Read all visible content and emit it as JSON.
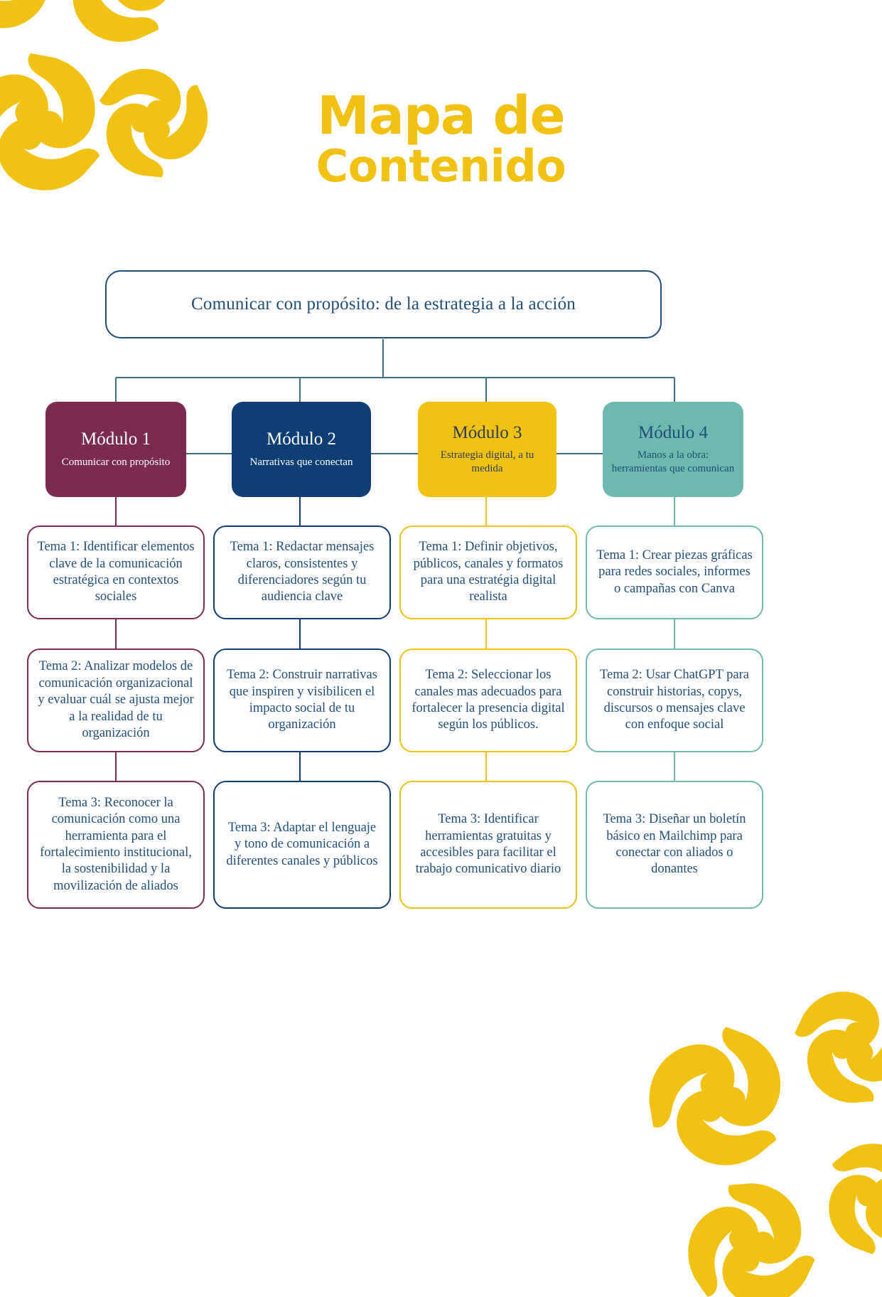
{
  "title": {
    "line1": "Mapa de",
    "line2": "Contenido",
    "color": "#F2C213"
  },
  "root": {
    "label": "Comunicar con propósito: de la estrategia a la acción",
    "border_color": "#1F4E79",
    "text_color": "#1F4E79"
  },
  "colors": {
    "module_1": "#7B2A52",
    "module_2": "#0E3E74",
    "module_3": "#F2C213",
    "module_4": "#6DB9AD",
    "text_navy": "#1F4E79",
    "connector": "#3C6E82",
    "page_background": "#FFFFFF",
    "decor_yellow": "#F2C213"
  },
  "modules": [
    {
      "title": "Módulo 1",
      "subtitle": "Comunicar con propósito",
      "fill": "#7B2A52",
      "title_color": "#FFFFFF",
      "subtitle_color": "#FFFFFF",
      "border_color": "#7B2A52",
      "topics": [
        "Tema 1: Identificar elementos clave de la comunicación estratégica en contextos sociales",
        "Tema 2: Analizar modelos de comunicación organizacional y evaluar cuál se ajusta mejor a la realidad de tu organización",
        "Tema 3: Reconocer la comunicación como una herramienta para el fortalecimiento institucional, la sostenibilidad y la movilización de aliados"
      ]
    },
    {
      "title": "Módulo 2",
      "subtitle": "Narrativas que conectan",
      "fill": "#0E3E74",
      "title_color": "#FFFFFF",
      "subtitle_color": "#FFFFFF",
      "border_color": "#0E3E74",
      "topics": [
        "Tema 1: Redactar mensajes claros, consistentes y diferenciadores según tu audiencia clave",
        "Tema 2: Construir narrativas que inspiren y visibilicen el impacto social de tu organización",
        "Tema 3: Adaptar el lenguaje y tono de comunicación a diferentes canales y públicos"
      ]
    },
    {
      "title": "Módulo 3",
      "subtitle": "Estrategia digital, a tu medida",
      "fill": "#F2C213",
      "title_color": "#2A3F55",
      "subtitle_color": "#2A3F55",
      "border_color": "#F2C213",
      "topics": [
        "Tema 1: Definir objetivos, públicos, canales y formatos para una estratégia digital realista",
        "Tema 2: Seleccionar los canales mas adecuados para fortalecer la presencia digital según los públicos.",
        "Tema 3: Identificar herramientas gratuitas y accesibles para facilitar el trabajo comunicativo diario"
      ]
    },
    {
      "title": "Módulo 4",
      "subtitle": "Manos a la obra: herramientas que comunican",
      "fill": "#6DB9AD",
      "title_color": "#1F4E79",
      "subtitle_color": "#1F4E79",
      "border_color": "#6DB9AD",
      "topics": [
        "Tema 1: Crear piezas gráficas para redes sociales, informes o campañas con Canva",
        "Tema 2: Usar ChatGPT para construir historias, copys, discursos o mensajes clave con enfoque social",
        "Tema 3: Diseñar un boletín básico en Mailchimp para conectar con aliados o donantes"
      ]
    }
  ],
  "decorations": [
    {
      "name": "swirl-cluster-top-left",
      "color": "#F2C213"
    },
    {
      "name": "swirl-cluster-bottom-right",
      "color": "#F2C213"
    }
  ]
}
